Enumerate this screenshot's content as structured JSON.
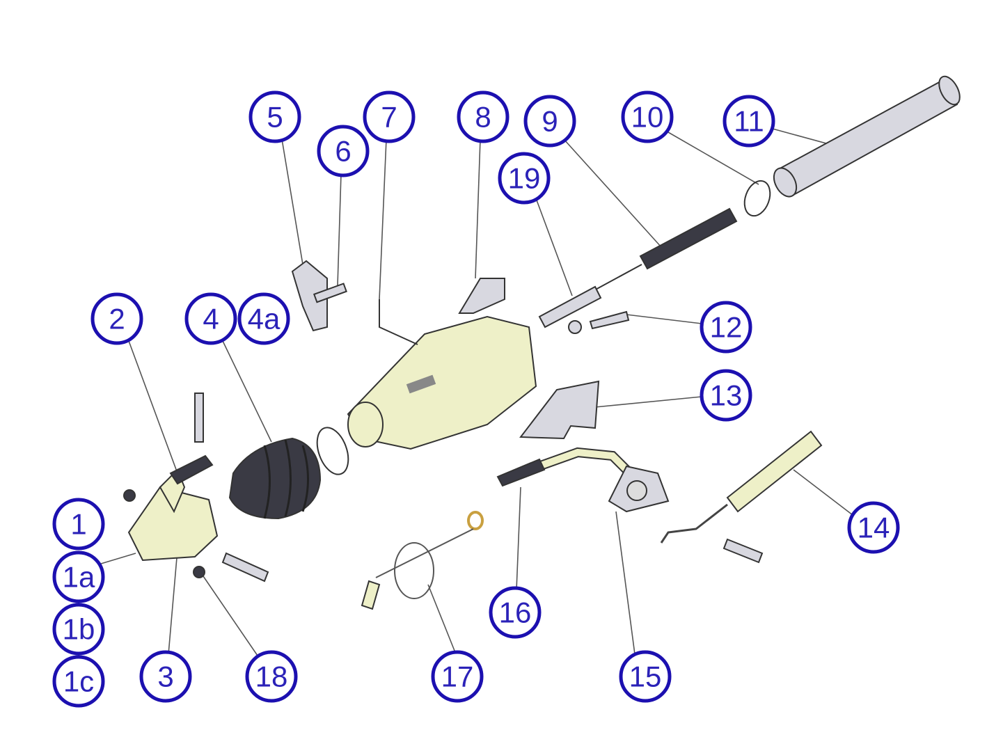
{
  "diagram": {
    "accent_color": "#1c10b0",
    "callouts": [
      {
        "id": "c5",
        "label": "5"
      },
      {
        "id": "c6",
        "label": "6"
      },
      {
        "id": "c7",
        "label": "7"
      },
      {
        "id": "c8",
        "label": "8"
      },
      {
        "id": "c9",
        "label": "9"
      },
      {
        "id": "c10",
        "label": "10"
      },
      {
        "id": "c11",
        "label": "11"
      },
      {
        "id": "c19",
        "label": "19"
      },
      {
        "id": "c2",
        "label": "2"
      },
      {
        "id": "c4",
        "label": "4"
      },
      {
        "id": "c4a",
        "label": "4a"
      },
      {
        "id": "c12",
        "label": "12"
      },
      {
        "id": "c13",
        "label": "13"
      },
      {
        "id": "c1",
        "label": "1"
      },
      {
        "id": "c1a",
        "label": "1a"
      },
      {
        "id": "c1b",
        "label": "1b"
      },
      {
        "id": "c1c",
        "label": "1c"
      },
      {
        "id": "c3",
        "label": "3"
      },
      {
        "id": "c18",
        "label": "18"
      },
      {
        "id": "c17",
        "label": "17"
      },
      {
        "id": "c16",
        "label": "16"
      },
      {
        "id": "c15",
        "label": "15"
      },
      {
        "id": "c14",
        "label": "14"
      }
    ]
  }
}
